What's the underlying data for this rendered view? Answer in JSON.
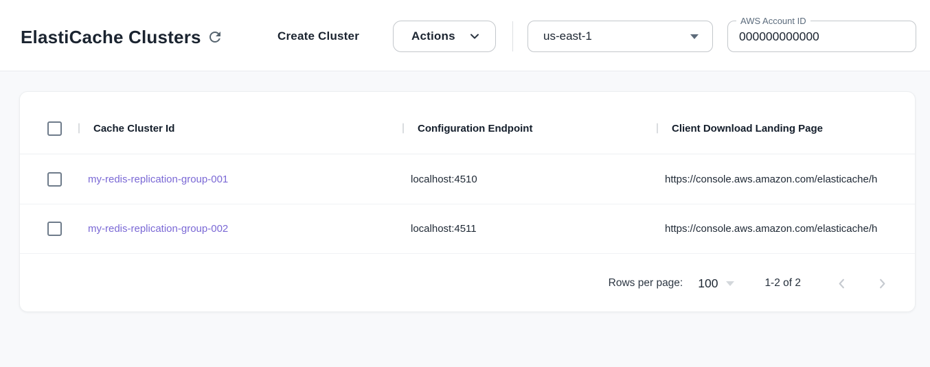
{
  "colors": {
    "link": "#7a68d5",
    "text-primary": "#1b2430",
    "icon-muted": "#56646f",
    "label-muted": "#5b6b7c",
    "control-border": "#c3c7cb",
    "divider": "#eef0f3",
    "disabled-icon": "#c6cad0",
    "page-bg": "#f8f9fb"
  },
  "header": {
    "title": "ElastiCache Clusters",
    "refresh_icon": "refresh-icon",
    "create_button_label": "Create Cluster",
    "actions_button_label": "Actions",
    "actions_icon": "chevron-down-icon",
    "region_selected": "us-east-1",
    "region_caret_icon": "caret-down-icon",
    "account_field": {
      "label": "AWS Account ID",
      "value": "000000000000"
    }
  },
  "table": {
    "columns": [
      {
        "label": "Cache Cluster Id"
      },
      {
        "label": "Configuration Endpoint"
      },
      {
        "label": "Client Download Landing Page"
      }
    ],
    "rows": [
      {
        "cache_cluster_id": "my-redis-replication-group-001",
        "configuration_endpoint": "localhost:4510",
        "client_download_landing_page": "https://console.aws.amazon.com/elasticache/h"
      },
      {
        "cache_cluster_id": "my-redis-replication-group-002",
        "configuration_endpoint": "localhost:4511",
        "client_download_landing_page": "https://console.aws.amazon.com/elasticache/h"
      }
    ]
  },
  "pagination": {
    "rows_per_page_label": "Rows per page:",
    "rows_per_page_value": "100",
    "rows_caret_icon": "caret-down-icon",
    "range_label": "1-2 of 2",
    "prev_icon": "chevron-left-icon",
    "next_icon": "chevron-right-icon"
  }
}
